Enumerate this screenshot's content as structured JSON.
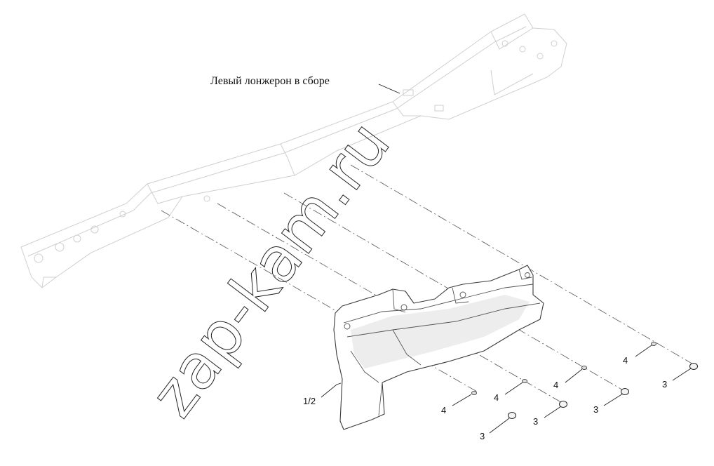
{
  "caption": "Левый лонжерон в сборе",
  "watermark": "zap-kam.ru",
  "callouts": {
    "main_part": "1/2",
    "nut_a": "3",
    "nut_b": "3",
    "nut_c": "3",
    "nut_d": "3",
    "washer_a": "4",
    "washer_b": "4",
    "washer_c": "4",
    "washer_d": "4"
  }
}
